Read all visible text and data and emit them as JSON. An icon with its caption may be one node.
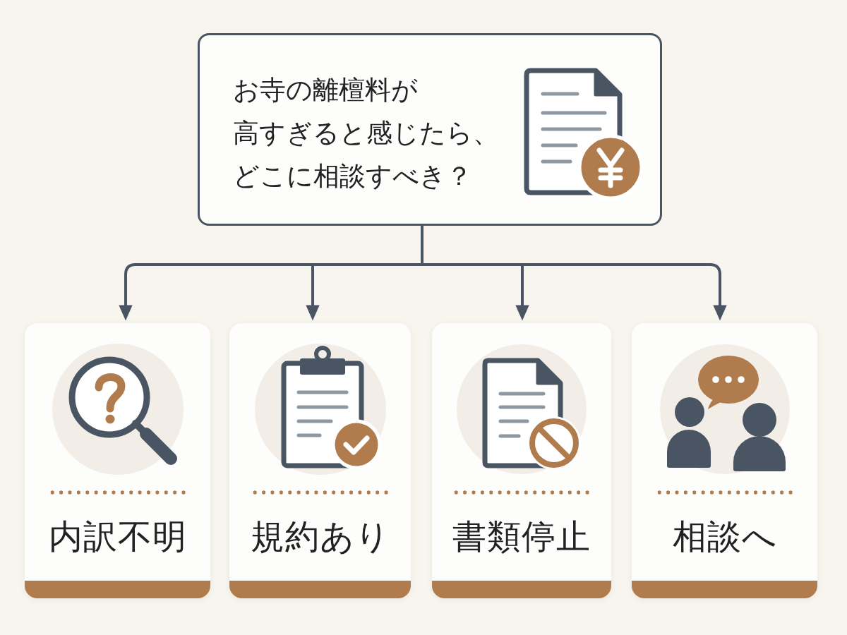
{
  "diagram": {
    "nodes": [
      {
        "text": [
          "お寺の離檀料が高すぎると感じたら、どこに相談すべき？"
        ]
      },
      {
        "text": [
          "内訳不明"
        ]
      },
      {
        "text": [
          "規約あり"
        ]
      },
      {
        "text": [
          "書類停止"
        ]
      },
      {
        "text": [
          "相談へ"
        ]
      }
    ],
    "edges": [
      {
        "from": 0,
        "to": 1,
        "arrow": "to"
      },
      {
        "from": 0,
        "to": 2,
        "arrow": "to"
      },
      {
        "from": 0,
        "to": 3,
        "arrow": "to"
      },
      {
        "from": 0,
        "to": 4,
        "arrow": "to"
      }
    ]
  }
}
